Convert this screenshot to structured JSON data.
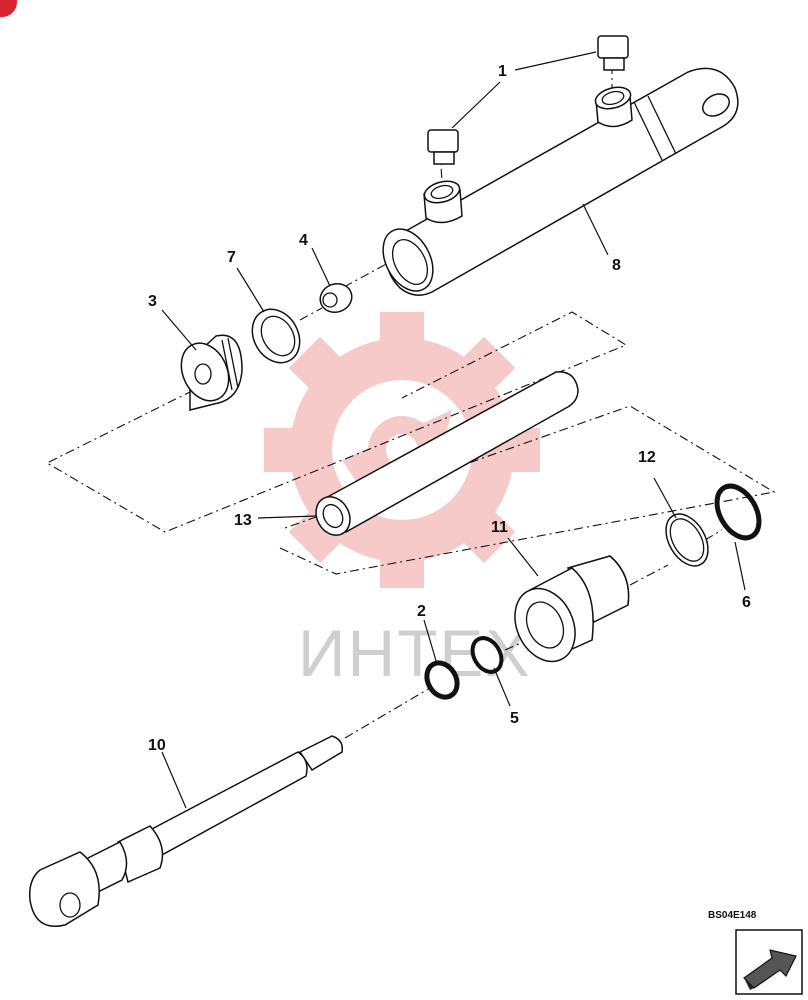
{
  "watermark": {
    "text": "ИНТЕХ",
    "logo_icon": "gear-logo-icon",
    "color": "#f6c4c4"
  },
  "drawing_code": "BS04E148",
  "corner_badge_icon": "red-badge-icon",
  "navigation_icon": "arrow-navigation-icon",
  "parts": [
    {
      "number": "1"
    },
    {
      "number": "2"
    },
    {
      "number": "3"
    },
    {
      "number": "4"
    },
    {
      "number": "5"
    },
    {
      "number": "6"
    },
    {
      "number": "7"
    },
    {
      "number": "8"
    },
    {
      "number": "10"
    },
    {
      "number": "11"
    },
    {
      "number": "12"
    },
    {
      "number": "13"
    }
  ]
}
